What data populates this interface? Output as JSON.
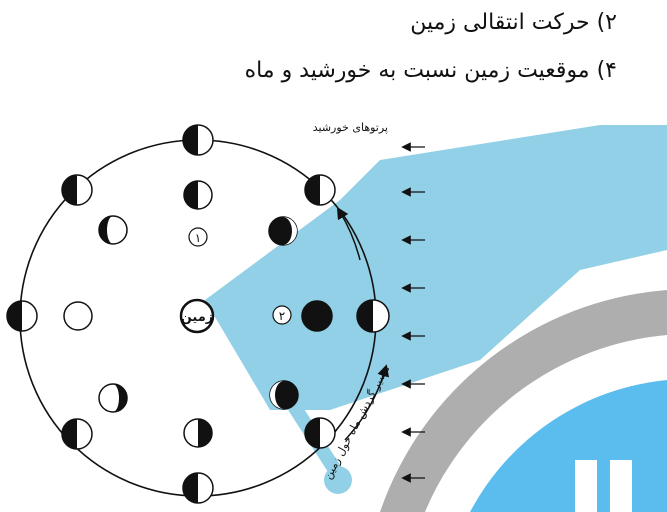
{
  "options": {
    "opt2": "۲) حرکت انتقالی زمین",
    "opt4": "۴) موقعیت زمین نسبت به خورشید و ماه"
  },
  "diagram": {
    "sun_rays_label": "پرتوهای خورشید",
    "earth_label": "زمین",
    "marker_1": "۱",
    "marker_2": "۲",
    "orbit_label": "مسیر گردش ماه حول زمین"
  },
  "watermark": {
    "colors": {
      "cap": "#7ec8e3",
      "ring": "#9a9a9a",
      "bar": "#3fb2ea"
    }
  }
}
